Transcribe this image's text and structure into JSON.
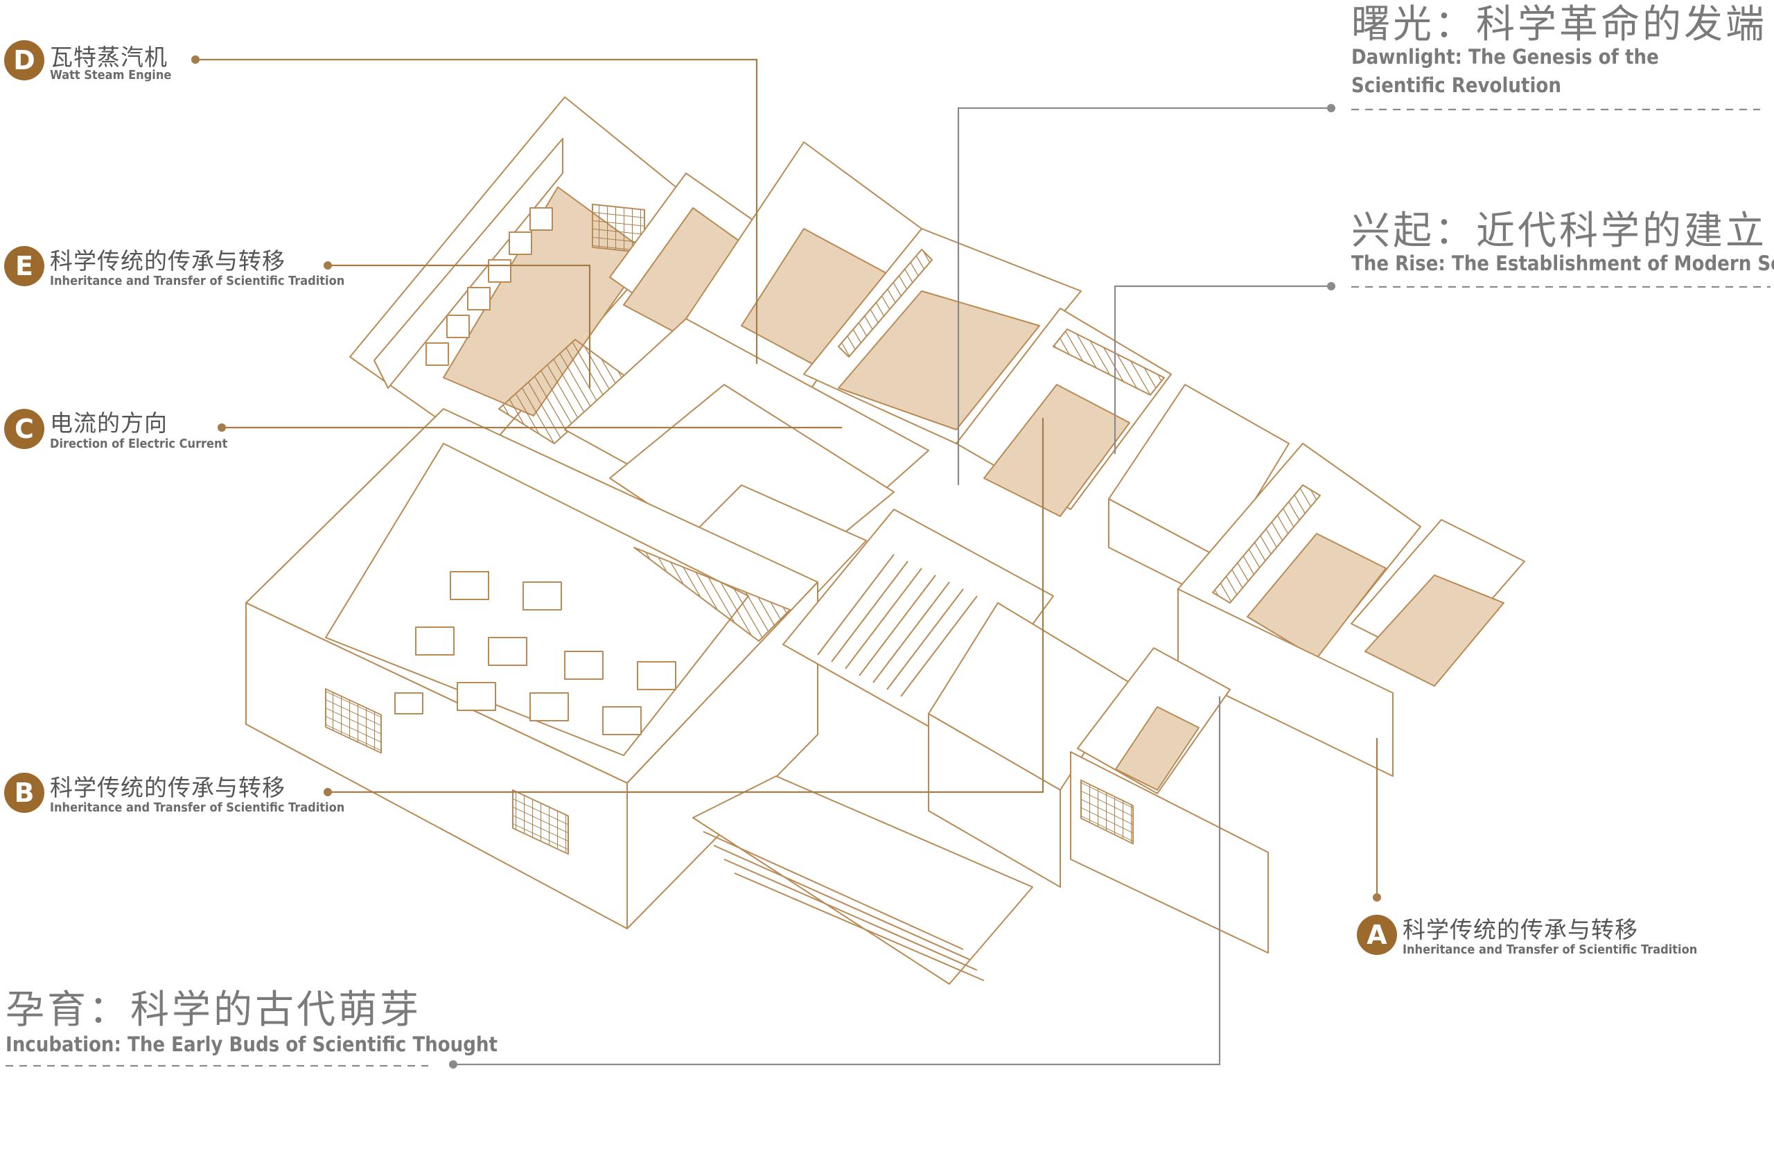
{
  "colors": {
    "accent": "#9c6a2c",
    "line": "#a57c48",
    "text_gray": "#555555",
    "callout_line": "#8a8a8a",
    "room_fill": "#e8d3b9"
  },
  "zones": {
    "dawnlight": {
      "title_cn": "曙光：科学革命的发端",
      "title_en": "Dawnlight: The Genesis of the Scientific Revolution"
    },
    "rise": {
      "title_cn": "兴起：近代科学的建立",
      "title_en": "The Rise: The Establishment of Modern Science"
    },
    "incubation": {
      "title_cn": "孕育：科学的古代萌芽",
      "title_en": "Incubation: The Early Buds of Scientific Thought"
    }
  },
  "exhibits": {
    "d": {
      "letter": "D",
      "title_cn": "瓦特蒸汽机",
      "title_en": "Watt Steam Engine"
    },
    "e": {
      "letter": "E",
      "title_cn": "科学传统的传承与转移",
      "title_en": "Inheritance and Transfer of Scientific Tradition"
    },
    "c": {
      "letter": "C",
      "title_cn": "电流的方向",
      "title_en": "Direction of Electric Current"
    },
    "b": {
      "letter": "B",
      "title_cn": "科学传统的传承与转移",
      "title_en": "Inheritance and Transfer of Scientific Tradition"
    },
    "a": {
      "letter": "A",
      "title_cn": "科学传统的传承与转移",
      "title_en": "Inheritance and Transfer of Scientific Tradition"
    }
  }
}
